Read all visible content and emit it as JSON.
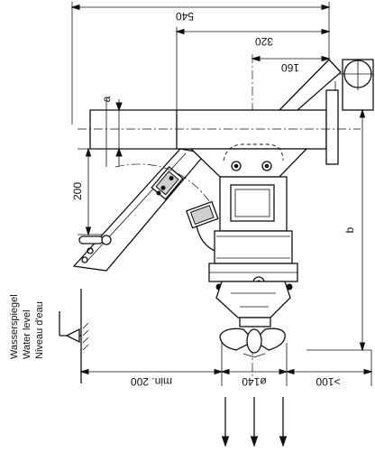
{
  "dimensions": {
    "d540": "540",
    "d320": "320",
    "d160": "160",
    "d200": "200",
    "a": "a",
    "b": "b",
    "min200": "min. 200",
    "phi140": "ø140",
    "gt100": ">100"
  },
  "water_level_labels": [
    "Wasserspiegel",
    "Water level",
    "Niveau d'eau"
  ]
}
